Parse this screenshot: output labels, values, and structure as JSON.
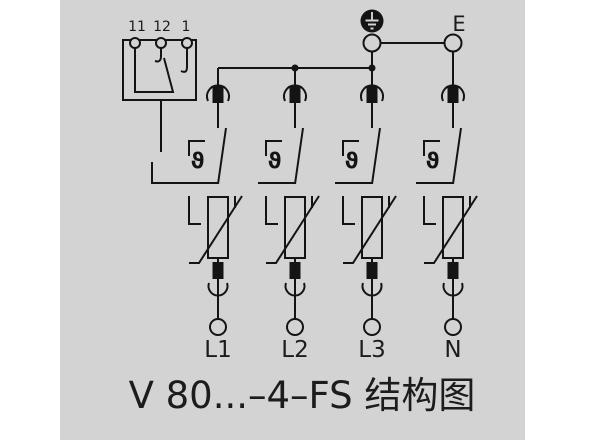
{
  "colors": {
    "page-bg": "#ffffff",
    "panel-bg": "#d3d3d3",
    "line": "#141414",
    "text": "#1c1c1c"
  },
  "title": "V 80...–4–FS 结构图",
  "relay_block": {
    "terminal_labels": [
      "11",
      "12",
      "1"
    ]
  },
  "earth": {
    "terminal_label": "E"
  },
  "branches": [
    {
      "label": "L1",
      "thermal_symbol": "ϑ"
    },
    {
      "label": "L2",
      "thermal_symbol": "ϑ"
    },
    {
      "label": "L3",
      "thermal_symbol": "ϑ"
    },
    {
      "label": "N",
      "thermal_symbol": "ϑ"
    }
  ]
}
